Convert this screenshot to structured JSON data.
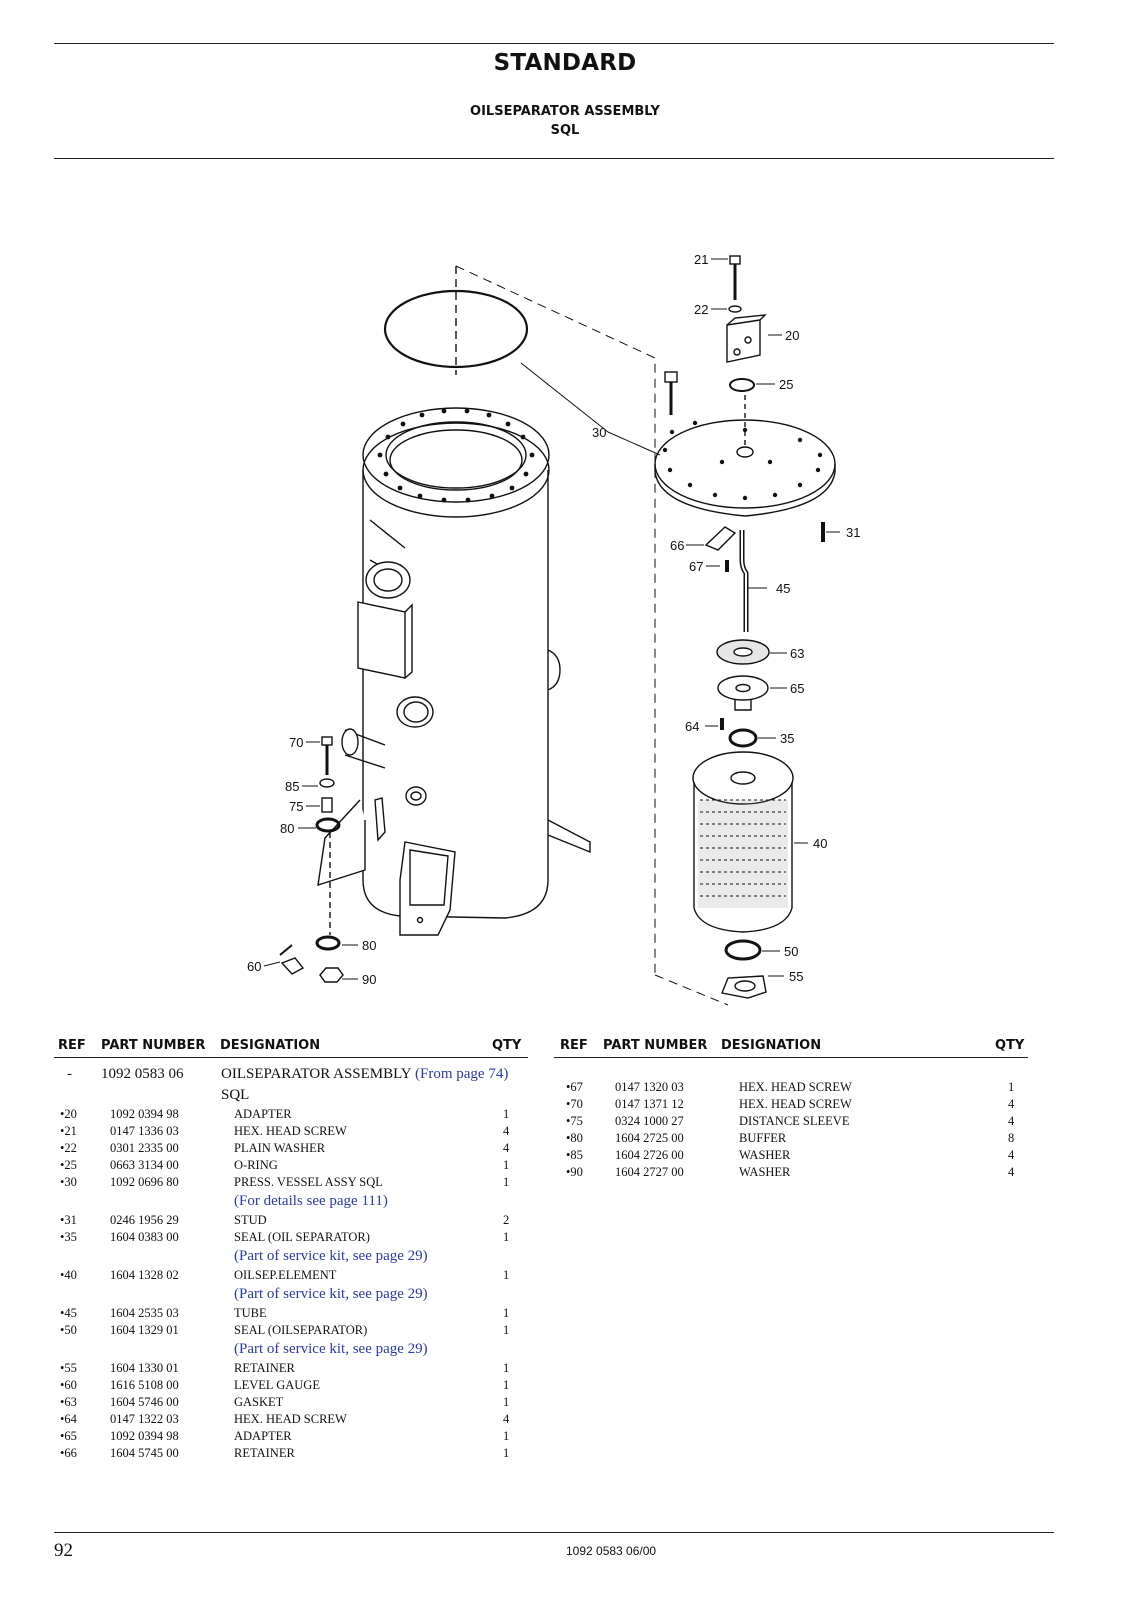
{
  "header": {
    "title": "STANDARD",
    "subtitle_1": "OILSEPARATOR ASSEMBLY",
    "subtitle_2": "SQL"
  },
  "diagram": {
    "callouts": [
      "21",
      "22",
      "20",
      "25",
      "30",
      "31",
      "66",
      "67",
      "45",
      "63",
      "65",
      "64",
      "35",
      "40",
      "50",
      "55",
      "70",
      "85",
      "75",
      "80",
      "80",
      "60",
      "90"
    ]
  },
  "table_headers": {
    "ref": "REF",
    "part_number": "PART NUMBER",
    "designation": "DESIGNATION",
    "qty": "QTY"
  },
  "left_table": {
    "main": {
      "ref": "-",
      "part_number": "1092 0583 06",
      "designation": "OILSEPARATOR ASSEMBLY",
      "note": "(From page 74)",
      "designation_2": "SQL"
    },
    "rows": [
      {
        "ref": "•20",
        "part_number": "1092 0394 98",
        "designation": "ADAPTER",
        "qty": "1"
      },
      {
        "ref": "•21",
        "part_number": "0147 1336 03",
        "designation": "HEX. HEAD SCREW",
        "qty": "4"
      },
      {
        "ref": "•22",
        "part_number": "0301 2335 00",
        "designation": "PLAIN WASHER",
        "qty": "4"
      },
      {
        "ref": "•25",
        "part_number": "0663 3134 00",
        "designation": "O-RING",
        "qty": "1"
      },
      {
        "ref": "•30",
        "part_number": "1092 0696 80",
        "designation": "PRESS. VESSEL ASSY SQL",
        "qty": "1",
        "note": "(For details see page 111)"
      },
      {
        "ref": "•31",
        "part_number": "0246 1956 29",
        "designation": "STUD",
        "qty": "2"
      },
      {
        "ref": "•35",
        "part_number": "1604 0383 00",
        "designation": "SEAL (OIL SEPARATOR)",
        "qty": "1",
        "note": "(Part of service kit, see page 29)"
      },
      {
        "ref": "•40",
        "part_number": "1604 1328 02",
        "designation": "OILSEP.ELEMENT",
        "qty": "1",
        "note": "(Part of service kit, see page 29)"
      },
      {
        "ref": "•45",
        "part_number": "1604 2535 03",
        "designation": "TUBE",
        "qty": "1"
      },
      {
        "ref": "•50",
        "part_number": "1604 1329 01",
        "designation": "SEAL (OILSEPARATOR)",
        "qty": "1",
        "note": "(Part of service kit, see page 29)"
      },
      {
        "ref": "•55",
        "part_number": "1604 1330 01",
        "designation": "RETAINER",
        "qty": "1"
      },
      {
        "ref": "•60",
        "part_number": "1616 5108 00",
        "designation": "LEVEL GAUGE",
        "qty": "1"
      },
      {
        "ref": "•63",
        "part_number": "1604 5746 00",
        "designation": "GASKET",
        "qty": "1"
      },
      {
        "ref": "•64",
        "part_number": "0147 1322 03",
        "designation": "HEX. HEAD SCREW",
        "qty": "4"
      },
      {
        "ref": "•65",
        "part_number": "1092 0394 98",
        "designation": "ADAPTER",
        "qty": "1"
      },
      {
        "ref": "•66",
        "part_number": "1604 5745 00",
        "designation": "RETAINER",
        "qty": "1"
      }
    ]
  },
  "right_table": {
    "rows": [
      {
        "ref": "•67",
        "part_number": "0147 1320 03",
        "designation": "HEX. HEAD SCREW",
        "qty": "1"
      },
      {
        "ref": "•70",
        "part_number": "0147 1371 12",
        "designation": "HEX. HEAD SCREW",
        "qty": "4"
      },
      {
        "ref": "•75",
        "part_number": "0324 1000 27",
        "designation": "DISTANCE SLEEVE",
        "qty": "4"
      },
      {
        "ref": "•80",
        "part_number": "1604 2725 00",
        "designation": "BUFFER",
        "qty": "8"
      },
      {
        "ref": "•85",
        "part_number": "1604 2726 00",
        "designation": "WASHER",
        "qty": "4"
      },
      {
        "ref": "•90",
        "part_number": "1604 2727 00",
        "designation": "WASHER",
        "qty": "4"
      }
    ]
  },
  "footer": {
    "page_number": "92",
    "doc_code": "1092 0583 06/00"
  }
}
